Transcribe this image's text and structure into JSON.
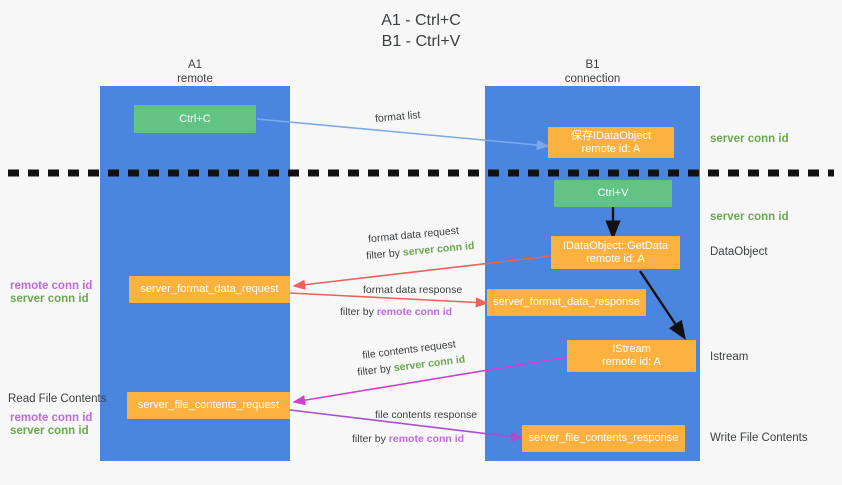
{
  "title": "A1 - Ctrl+C\nB1 - Ctrl+V",
  "lanes": [
    {
      "name": "A1",
      "sub": "remote",
      "header": "A1\nremote"
    },
    {
      "name": "B1",
      "sub": "connection",
      "header": "B1\nconnection"
    }
  ],
  "nodes": {
    "ctrl_c": "Ctrl+C",
    "save_idataobject": "保存IDataObject\nremote id: A",
    "ctrl_v": "Ctrl+V",
    "getdata": "IDataObject::GetData\nremote id: A",
    "server_format_data_request": "server_format_data_request",
    "server_format_data_response": "server_format_data_response",
    "istream": "IStream\nremote id: A",
    "server_file_contents_request": "server_file_contents_request",
    "server_file_contents_response": "server_file_contents_response"
  },
  "flows": {
    "format_list": "format list",
    "format_data_request": "format data request",
    "format_data_request_filter_prefix": "filter by ",
    "format_data_request_filter_key": "server conn id",
    "format_data_response": "format data response",
    "format_data_response_filter_prefix": "filter by ",
    "format_data_response_filter_key": "remote conn id",
    "file_contents_request": "file contents request",
    "file_contents_request_filter_prefix": "filter by ",
    "file_contents_request_filter_key": "server conn id",
    "file_contents_response": "file contents response",
    "file_contents_response_filter_prefix": "filter by ",
    "file_contents_response_filter_key": "remote conn id"
  },
  "right_labels": {
    "server_conn_id_top": "server conn id",
    "server_conn_id_mid": "server conn id",
    "dataobject": "DataObject",
    "istream": "Istream",
    "write_file_contents": "Write File Contents"
  },
  "left_labels": {
    "remote_conn_id_1": "remote conn id",
    "server_conn_id_1": "server conn id",
    "read_file_contents": "Read File Contents",
    "remote_conn_id_2": "remote conn id",
    "server_conn_id_2": "server conn id"
  },
  "colors": {
    "background": "#f7f7f7",
    "lane": "#4a86e0",
    "green_node": "#63c384",
    "orange_node": "#fbb13f",
    "green_text": "#6aa84f",
    "purple_text": "#c06ae0",
    "arrow_blue": "#7aa9e8",
    "arrow_red": "#e8645a",
    "arrow_magenta": "#d13fd1",
    "arrow_purple": "#a84fd1",
    "arrow_black": "#111111",
    "divider": "#111111"
  }
}
